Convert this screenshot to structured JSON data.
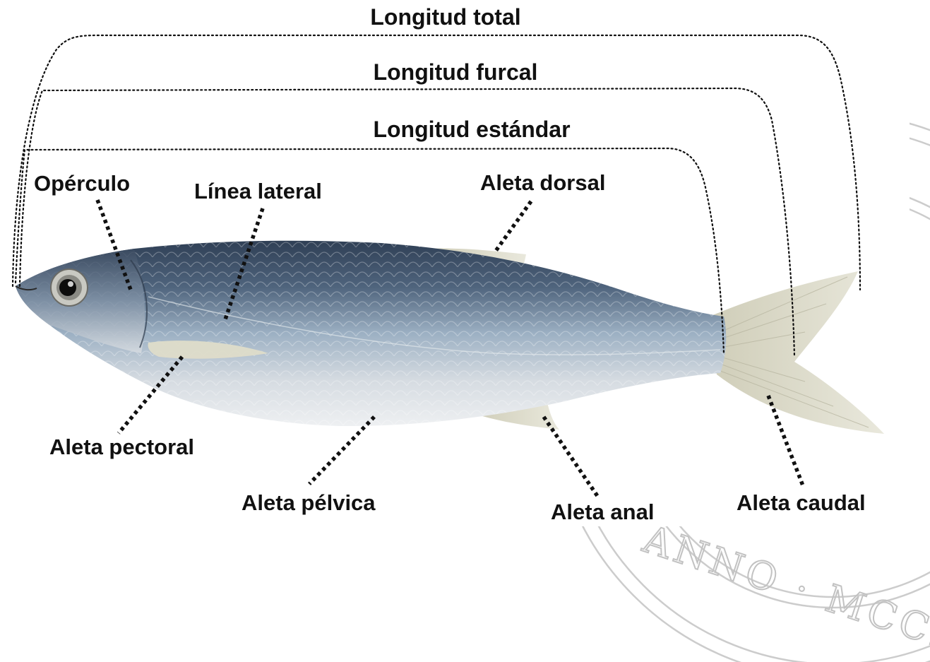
{
  "diagram": {
    "measurements": {
      "total": "Longitud total",
      "furcal": "Longitud furcal",
      "standard": "Longitud estándar"
    },
    "parts": {
      "operculum": "Opérculo",
      "lateral_line": "Línea lateral",
      "dorsal_fin": "Aleta dorsal",
      "pectoral_fin": "Aleta pectoral",
      "pelvic_fin": "Aleta pélvica",
      "anal_fin": "Aleta anal",
      "caudal_fin": "Aleta caudal"
    },
    "watermark": {
      "text": "ANNO · MCCLX",
      "color": "#bdbdbd"
    },
    "colors": {
      "fish_back": "#3d4f66",
      "fish_mid": "#8ea2b8",
      "fish_belly": "#e2e6ea",
      "fins": "#d9d8c8",
      "leader_lines": "#111111"
    }
  }
}
